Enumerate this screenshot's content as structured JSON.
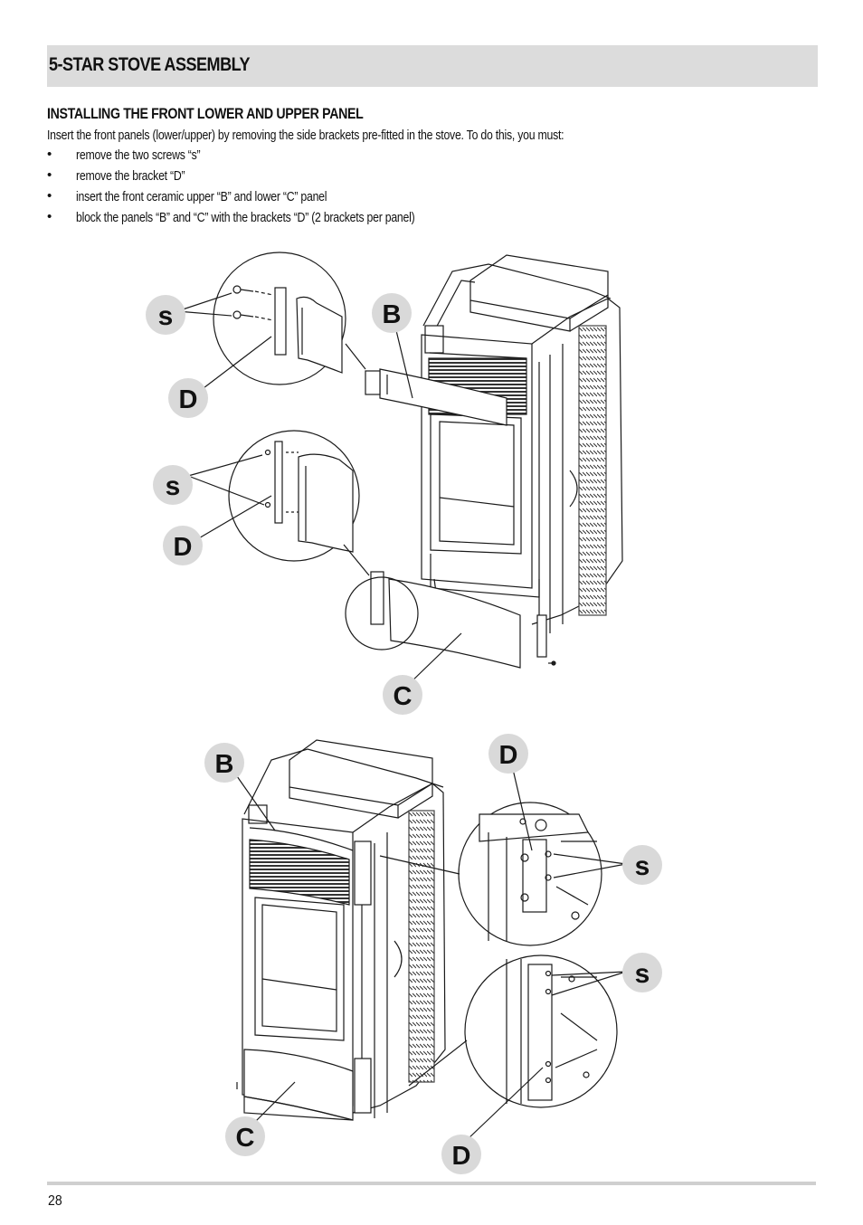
{
  "section": {
    "title": "5-STAR STOVE ASSEMBLY"
  },
  "subsection": {
    "title": "INSTALLING THE FRONT LOWER AND UPPER PANEL"
  },
  "intro": "Insert the front panels (lower/upper) by removing the side brackets pre-fitted in the stove. To do this, you must:",
  "bullet_marker": "•",
  "steps": [
    "remove the two screws “s”",
    "remove the bracket “D”",
    "insert the front ceramic upper “B” and lower “C” panel",
    "block the panels “B” and “C” with the brackets “D” (2 brackets per panel)"
  ],
  "labels": {
    "screw": "s",
    "bracket": "D",
    "upper_panel": "B",
    "lower_panel": "C"
  },
  "footer": {
    "page_number": "28"
  }
}
